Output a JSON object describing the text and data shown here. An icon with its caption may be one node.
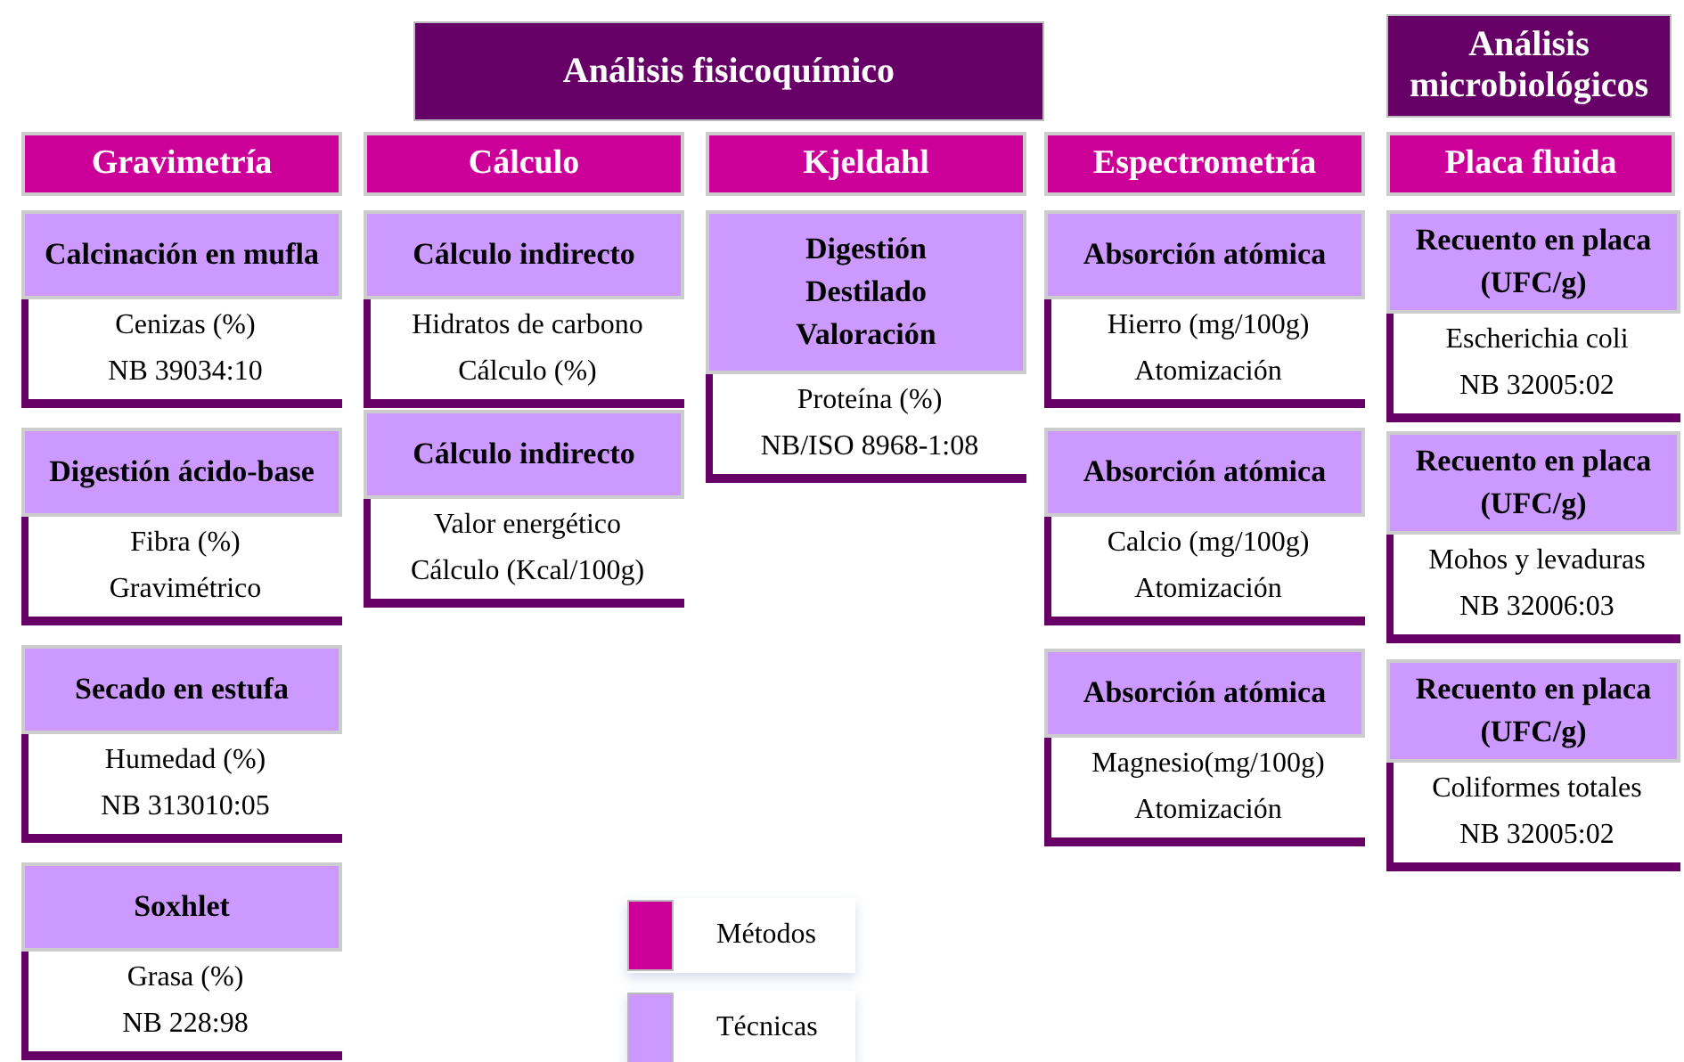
{
  "diagram": {
    "nodes": [
      {
        "text": [
          "Análisis fisicoquímico"
        ]
      },
      {
        "text": [
          "Análisis microbiológicos"
        ]
      },
      {
        "text": [
          "Gravimetría"
        ]
      },
      {
        "text": [
          "Cálculo"
        ]
      },
      {
        "text": [
          "Kjeldahl"
        ]
      },
      {
        "text": [
          "Espectrometría"
        ]
      },
      {
        "text": [
          "Placa fluida"
        ]
      },
      {
        "text": [
          "Calcinación en mufla",
          "Cenizas (%)",
          "NB 39034:10"
        ]
      },
      {
        "text": [
          "Digestión ácido-base",
          "Fibra (%)",
          "Gravimétrico"
        ]
      },
      {
        "text": [
          "Secado en estufa",
          "Humedad (%)",
          "NB 313010:05"
        ]
      },
      {
        "text": [
          "Soxhlet",
          "Grasa (%)",
          "NB 228:98"
        ]
      },
      {
        "text": [
          "Cálculo indirecto",
          "Hidratos de carbono",
          "Cálculo (%)"
        ]
      },
      {
        "text": [
          "Cálculo indirecto",
          "Valor energético",
          "Cálculo (Kcal/100g)"
        ]
      },
      {
        "text": [
          "Digestión",
          "Destilado",
          "Valoración",
          "Proteína (%)",
          "NB/ISO 8968-1:08"
        ]
      },
      {
        "text": [
          "Absorción atómica",
          "Hierro (mg/100g)",
          "Atomización"
        ]
      },
      {
        "text": [
          "Absorción atómica",
          "Calcio (mg/100g)",
          "Atomización"
        ]
      },
      {
        "text": [
          "Absorción atómica",
          "Magnesio(mg/100g)",
          "Atomización"
        ]
      },
      {
        "text": [
          "Recuento en placa (UFC/g)",
          "Escherichia coli",
          "NB 32005:02"
        ]
      },
      {
        "text": [
          "Recuento en placa (UFC/g)",
          "Mohos y levaduras",
          "NB 32006:03"
        ]
      },
      {
        "text": [
          "Recuento en placa (UFC/g)",
          "Coliformes totales",
          "NB 32005:02"
        ]
      }
    ],
    "edges": [],
    "legend": [
      {
        "text": "Métodos",
        "color": "#cc0099"
      },
      {
        "text": "Técnicas",
        "color": "#cc99ff"
      }
    ]
  }
}
